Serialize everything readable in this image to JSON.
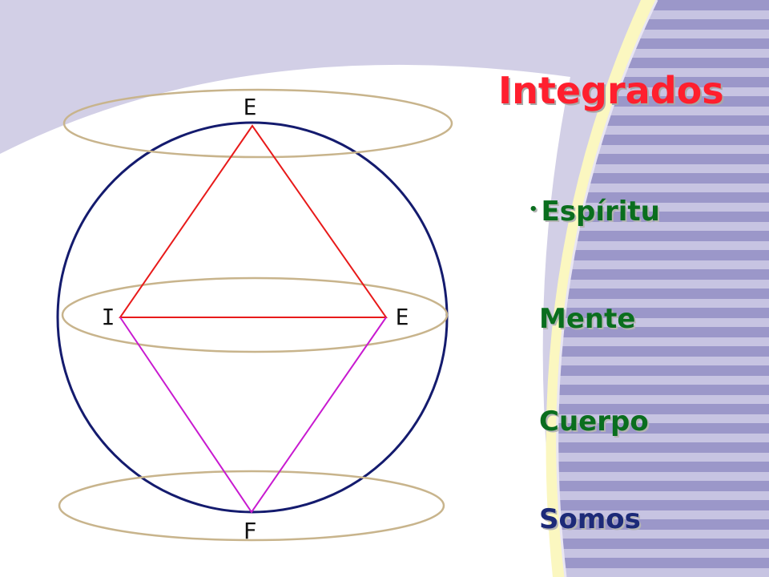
{
  "slide": {
    "title": "Integrados",
    "bullet_symbol": "•",
    "items": [
      {
        "label": "Espíritu",
        "color": "#0a6e1e"
      },
      {
        "label": "Mente",
        "color": "#0a6e1e"
      },
      {
        "label": "Cuerpo",
        "color": "#0a6e1e"
      },
      {
        "label": "Somos",
        "color": "#1c2a78"
      }
    ]
  },
  "diagram": {
    "vertex_labels": {
      "top": "E",
      "left": "I",
      "right": "E",
      "bottom": "F"
    }
  },
  "colors": {
    "title": "#ff1f2e",
    "circle_stroke": "#141b6e",
    "ellipse_stroke": "#c8b48c",
    "upper_triangle": "#e81a1a",
    "lower_triangle": "#c81ad0",
    "background_lavender": "#d2cfe6",
    "stripe_dark": "#9b97c9",
    "stripe_light": "#c7c4e2",
    "arc_cream": "#fbf7c0"
  }
}
